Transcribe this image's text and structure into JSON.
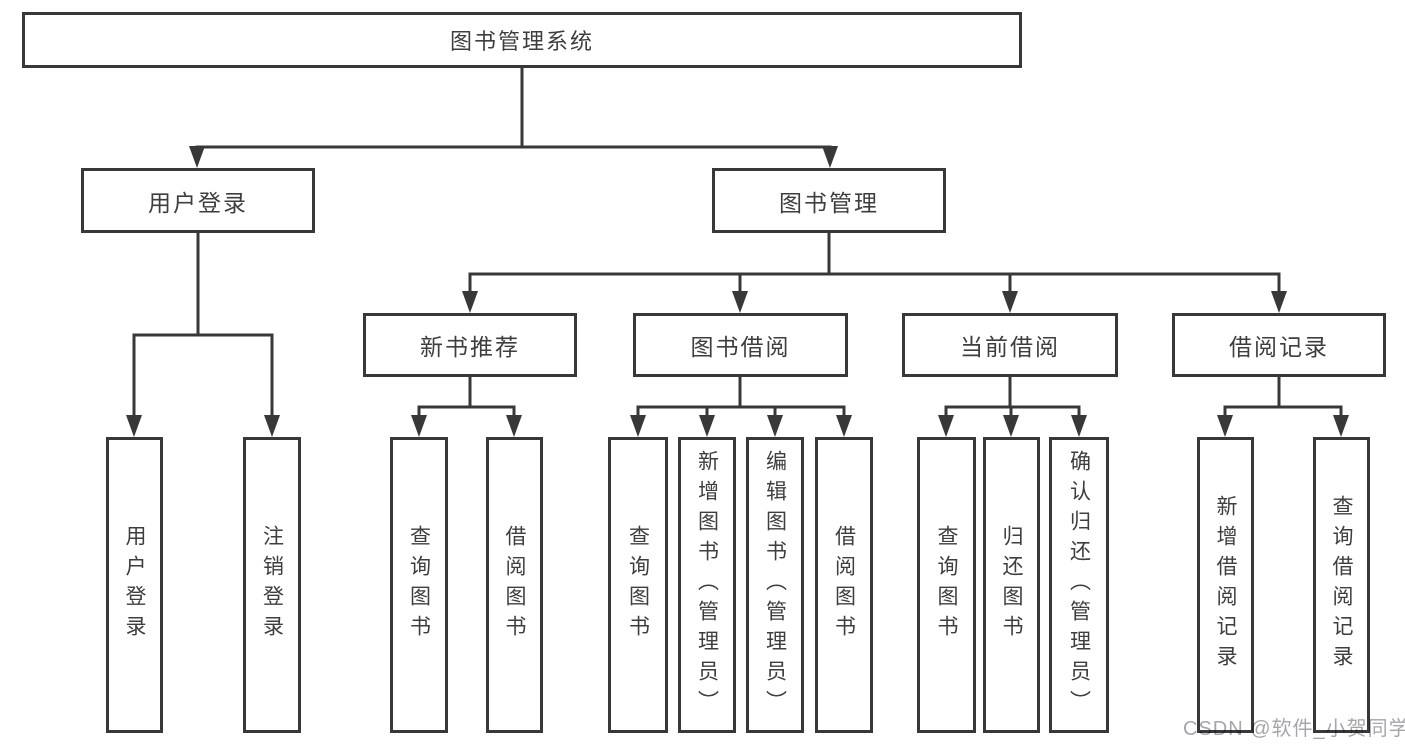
{
  "title": "图书管理系统",
  "watermark": {
    "text": "CSDN @软件_小贺同学"
  },
  "colors": {
    "line": "#383838",
    "text": "#3e3e3e",
    "background": "#ffffff",
    "watermark": "#94969b"
  },
  "tree": {
    "root": {
      "label": "图书管理系统"
    },
    "branches": [
      {
        "label": "用户登录",
        "leaves": [
          {
            "label": "用户登录"
          },
          {
            "label": "注销登录"
          }
        ]
      },
      {
        "label": "图书管理",
        "groups": [
          {
            "label": "新书推荐",
            "leaves": [
              {
                "label": "查询图书"
              },
              {
                "label": "借阅图书"
              }
            ]
          },
          {
            "label": "图书借阅",
            "leaves": [
              {
                "label": "查询图书"
              },
              {
                "label": "新增图书（管理员）"
              },
              {
                "label": "编辑图书（管理员）"
              },
              {
                "label": "借阅图书"
              }
            ]
          },
          {
            "label": "当前借阅",
            "leaves": [
              {
                "label": "查询图书"
              },
              {
                "label": "归还图书"
              },
              {
                "label": "确认归还（管理员）"
              }
            ]
          },
          {
            "label": "借阅记录",
            "leaves": [
              {
                "label": "新增借阅记录"
              },
              {
                "label": "查询借阅记录"
              }
            ]
          }
        ]
      }
    ]
  }
}
